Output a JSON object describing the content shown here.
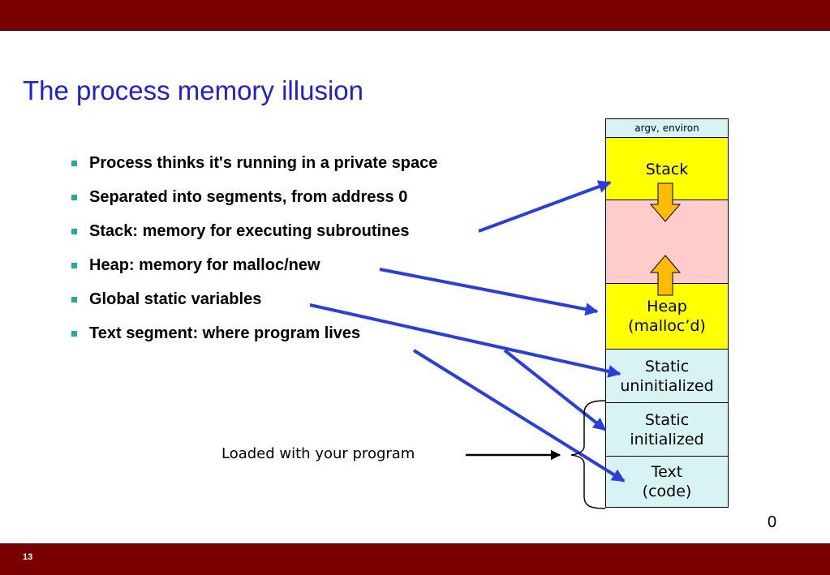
{
  "slide": {
    "title": "The process memory illusion",
    "number": "13"
  },
  "bullets": [
    "Process thinks it's running in a private space",
    "Separated into segments, from address 0",
    "Stack: memory for executing subroutines",
    "Heap: memory for malloc/new",
    "Global static variables",
    "Text segment: where program lives"
  ],
  "memory": {
    "argv": "argv, environ",
    "stack": "Stack",
    "heap_line1": "Heap",
    "heap_line2": "(malloc’d)",
    "bss_line1": "Static",
    "bss_line2": "uninitialized",
    "data_line1": "Static",
    "data_line2": "initialized",
    "text_line1": "Text",
    "text_line2": "(code)",
    "address_zero": "0"
  },
  "loaded_label": "Loaded with your program",
  "colors": {
    "bar": "#7a0000",
    "title": "#1f1fd6",
    "bullet_marker": "#22aaa0",
    "arrow": "#2a3ee0",
    "segment_yellow": "#ffff00",
    "segment_pink": "#ffcccc",
    "segment_cyan": "#d8f3f3",
    "growth_arrow": "#ffbb00"
  }
}
